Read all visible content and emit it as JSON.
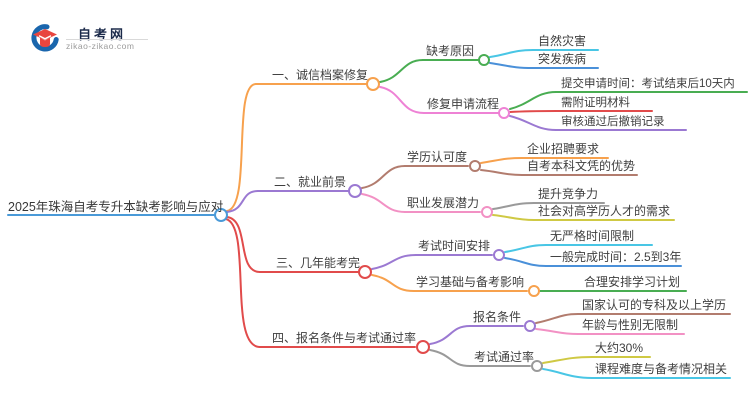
{
  "logo": {
    "title": "自考网",
    "subtitle": "zikao-zikao.com"
  },
  "mindmap": {
    "root": {
      "label": "2025年珠海自考专升本缺考影响与应对"
    },
    "branches": [
      {
        "label": "一、诚信档案修复",
        "children": [
          {
            "label": "缺考原因",
            "children": [
              {
                "label": "自然灾害"
              },
              {
                "label": "突发疾病"
              }
            ]
          },
          {
            "label": "修复申请流程",
            "children": [
              {
                "label": "提交申请时间：考试结束后10天内"
              },
              {
                "label": "需附证明材料"
              },
              {
                "label": "审核通过后撤销记录"
              }
            ]
          }
        ]
      },
      {
        "label": "二、就业前景",
        "children": [
          {
            "label": "学历认可度",
            "children": [
              {
                "label": "企业招聘要求"
              },
              {
                "label": "自考本科文凭的优势"
              }
            ]
          },
          {
            "label": "职业发展潜力",
            "children": [
              {
                "label": "提升竞争力"
              },
              {
                "label": "社会对高学历人才的需求"
              }
            ]
          }
        ]
      },
      {
        "label": "三、几年能考完",
        "children": [
          {
            "label": "考试时间安排",
            "children": [
              {
                "label": "无严格时间限制"
              },
              {
                "label": "一般完成时间：2.5到3年"
              }
            ]
          },
          {
            "label": "学习基础与备考影响",
            "children": [
              {
                "label": "合理安排学习计划"
              }
            ]
          }
        ]
      },
      {
        "label": "四、报名条件与考试通过率",
        "children": [
          {
            "label": "报名条件",
            "children": [
              {
                "label": "国家认可的专科及以上学历"
              },
              {
                "label": "年龄与性别无限制"
              }
            ]
          },
          {
            "label": "考试通过率",
            "children": [
              {
                "label": "大约30%"
              },
              {
                "label": "课程难度与备考情况相关"
              }
            ]
          }
        ]
      }
    ]
  },
  "colors": {
    "root_line": "#4a9ad8",
    "orange": "#f7a14d",
    "green": "#49ad52",
    "cyan": "#49c6e5",
    "blue": "#4a90d9",
    "magenta": "#ee82d5",
    "red": "#e14b4b",
    "purple": "#9b79d2",
    "brown": "#b27c6e",
    "pink": "#f291c4",
    "gray": "#9a9a9a",
    "olive": "#cfc944",
    "logo_blue": "#1a66ad",
    "logo_red": "#e8453f",
    "text": "#3f3f3f"
  }
}
